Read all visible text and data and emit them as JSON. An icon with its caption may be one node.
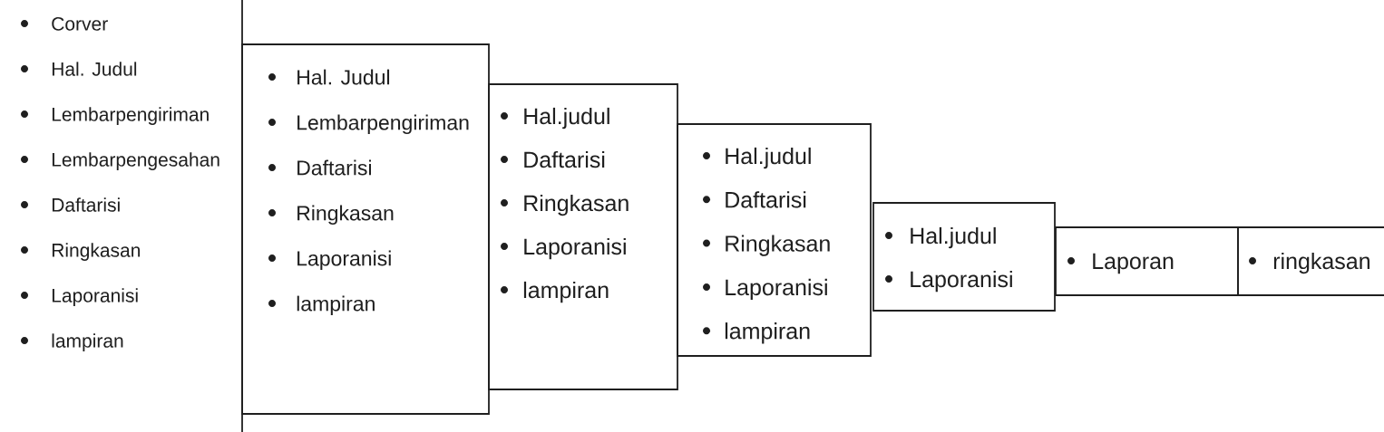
{
  "diagram": {
    "nodes": [
      {
        "text": [
          "Corver",
          "Hal. Judul",
          "Lembarpengiriman",
          "Lembarpengesahan",
          "Daftarisi",
          "Ringkasan",
          "Laporanisi",
          "lampiran"
        ]
      },
      {
        "text": [
          "Hal. Judul",
          "Lembarpengiriman",
          "Daftarisi",
          "Ringkasan",
          "Laporanisi",
          "lampiran"
        ]
      },
      {
        "text": [
          "Hal.judul",
          "Daftarisi",
          "Ringkasan",
          "Laporanisi",
          "lampiran"
        ]
      },
      {
        "text": [
          "Hal.judul",
          "Daftarisi",
          "Ringkasan",
          "Laporanisi",
          "lampiran"
        ]
      },
      {
        "text": [
          "Hal.judul",
          "Laporanisi"
        ]
      },
      {
        "text": [
          "Laporan"
        ]
      },
      {
        "text": [
          "ringkasan"
        ]
      }
    ]
  }
}
